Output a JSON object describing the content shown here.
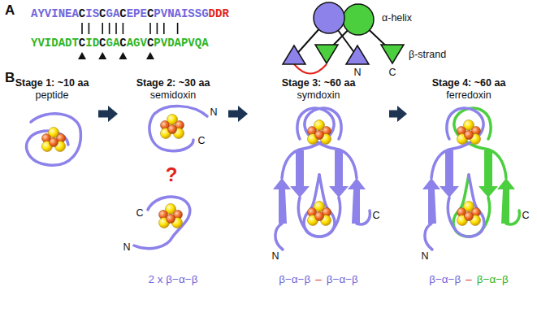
{
  "diagram": {
    "nodes": [
      {
        "text": [
          "Stage 1: ~10 aa",
          "peptide"
        ]
      },
      {
        "text": [
          "Stage 2: ~30 aa",
          "semidoxin"
        ]
      },
      {
        "text": [
          "Stage 3: ~60 aa",
          "symdoxin"
        ]
      },
      {
        "text": [
          "Stage 4: ~60 aa",
          "ferredoxin"
        ]
      }
    ],
    "edges": [
      {
        "from": 0,
        "to": 1,
        "arrow": "to"
      },
      {
        "from": 1,
        "to": 2,
        "arrow": "to"
      },
      {
        "from": 2,
        "to": 3,
        "arrow": "to"
      }
    ],
    "labels": [
      "A",
      "AYVINEACISCGACEPECPVNAISSG",
      "DDR",
      "YVIDADTCIDCGACAGVCPVDAPVQA",
      "α-helix",
      "β-strand",
      "N",
      "C",
      "B",
      "N",
      "C",
      "?",
      "C",
      "N",
      "C",
      "N",
      "C",
      "N",
      "2 x β−α−β",
      "β−α−β",
      "–",
      "β−α−β",
      "β−α−β",
      "–",
      "β−α−β"
    ]
  }
}
